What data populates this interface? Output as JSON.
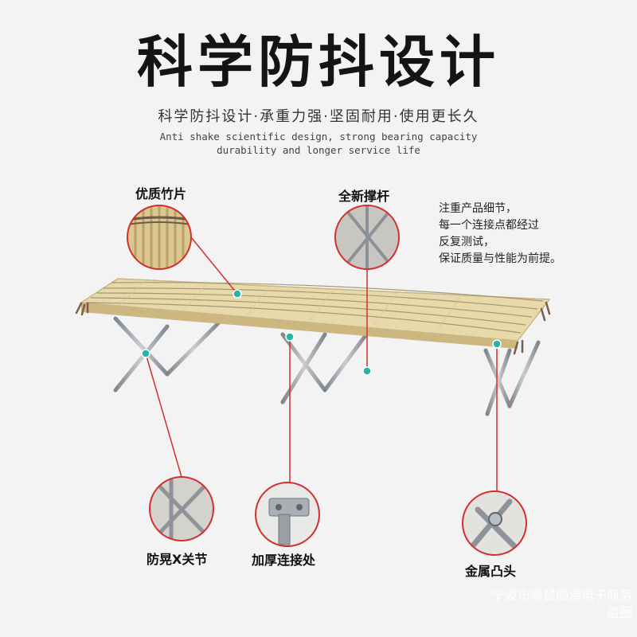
{
  "header": {
    "title": "科学防抖设计",
    "subtitle": "科学防抖设计·承重力强·坚固耐用·使用更长久",
    "english_line1": "Anti shake scientific design, strong bearing capacity",
    "english_line2": "durability and longer service life"
  },
  "callouts": {
    "bamboo": "优质竹片",
    "strut": "全新撑杆",
    "x_joint": "防晃X关节",
    "connector": "加厚连接处",
    "metal_tip": "金属凸头"
  },
  "note": {
    "line1": "注重产品细节，",
    "line2": "每一个连接点都经过",
    "line3": "反复测试，",
    "line4": "保证质量与性能为前提。"
  },
  "watermark": {
    "line1": "宁波市青鼠圈沸电子商务",
    "line2": "盗图"
  },
  "colors": {
    "callout_line": "#d32f2f",
    "dot": "#26b5a3",
    "bamboo": "#e6d6a6",
    "steel": "#9ea4aa"
  }
}
